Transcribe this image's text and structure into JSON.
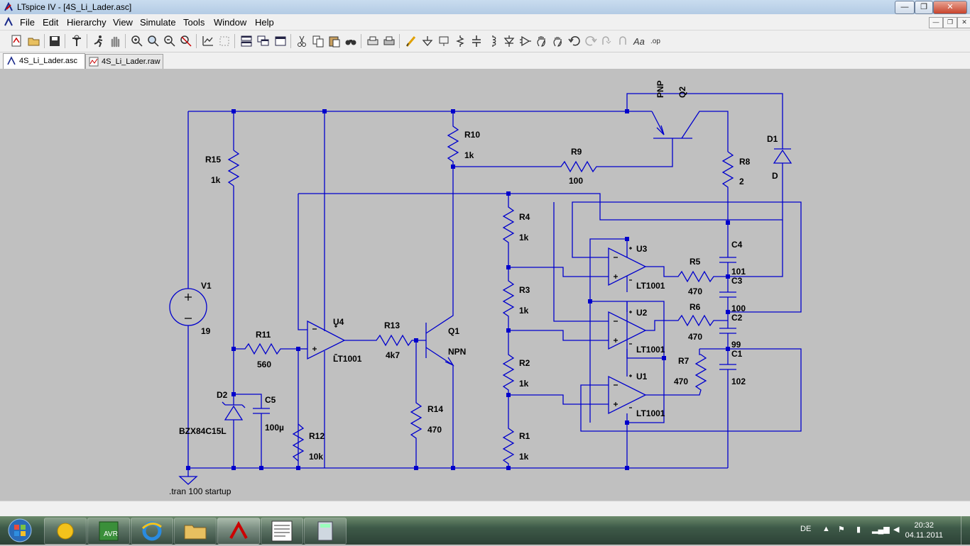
{
  "window": {
    "title": "LTspice IV - [4S_Li_Lader.asc]",
    "controls": {
      "minimize": "—",
      "maximize": "❐",
      "close": "✕"
    }
  },
  "menu": {
    "items": [
      "File",
      "Edit",
      "Hierarchy",
      "View",
      "Simulate",
      "Tools",
      "Window",
      "Help"
    ],
    "mdi_controls": {
      "minimize": "—",
      "restore": "❐",
      "close": "✕"
    }
  },
  "toolbar": {
    "icons": [
      "new-schematic-icon",
      "open-icon",
      "save-icon",
      "control-panel-icon",
      "run-icon",
      "halt-icon",
      "zoom-in-icon",
      "zoom-pan-icon",
      "zoom-out-icon",
      "zoom-fit-icon",
      "autorange-icon",
      "cascade-icon",
      "tile-horizontal-icon",
      "tile-vertical-icon",
      "close-window-icon",
      "cut-icon",
      "copy-icon",
      "paste-icon",
      "find-icon",
      "print-icon",
      "print-preview-icon",
      "draw-wire-icon",
      "ground-icon",
      "label-net-icon",
      "resistor-icon",
      "capacitor-icon",
      "inductor-icon",
      "diode-icon",
      "component-icon",
      "move-icon",
      "drag-icon",
      "undo-icon",
      "redo-icon",
      "rotate-icon",
      "mirror-icon",
      "text-icon",
      "spice-directive-icon"
    ]
  },
  "tabs": [
    {
      "label": "4S_Li_Lader.asc",
      "active": true,
      "icon": "schematic-icon"
    },
    {
      "label": "4S_Li_Lader.raw",
      "active": false,
      "icon": "waveform-icon"
    }
  ],
  "schematic": {
    "wire_color": "#0000cc",
    "labels": {
      "v1_name": "V1",
      "v1_value": "19",
      "r15_name": "R15",
      "r15_value": "1k",
      "r11_name": "R11",
      "r11_value": "560",
      "d2_name": "D2",
      "d2_value": "BZX84C15L",
      "c5_name": "C5",
      "c5_value": "100µ",
      "r12_name": "R12",
      "r12_value": "10k",
      "u4_name": "U4",
      "u4_value": "LT1001",
      "r13_name": "R13",
      "r13_value": "4k7",
      "q1_name": "Q1",
      "q1_value": "NPN",
      "r14_name": "R14",
      "r14_value": "470",
      "r10_name": "R10",
      "r10_value": "1k",
      "r9_name": "R9",
      "r9_value": "100",
      "q2_name": "Q2",
      "q2_value": "PNP",
      "r8_name": "R8",
      "r8_value": "2",
      "d1_name": "D1",
      "d1_value": "D",
      "r4_name": "R4",
      "r4_value": "1k",
      "r3_name": "R3",
      "r3_value": "1k",
      "r2_name": "R2",
      "r2_value": "1k",
      "r1_name": "R1",
      "r1_value": "1k",
      "u3_name": "U3",
      "u3_value": "LT1001",
      "u2_name": "U2",
      "u2_value": "LT1001",
      "u1_name": "U1",
      "u1_value": "LT1001",
      "r5_name": "R5",
      "r5_value": "470",
      "r6_name": "R6",
      "r6_value": "470",
      "r7_name": "R7",
      "r7_value": "470",
      "c4_name": "C4",
      "c4_value": "101",
      "c3_name": "C3",
      "c3_value": "100",
      "c2_name": "C2",
      "c2_value": "99",
      "c1_name": "C1",
      "c1_value": "102",
      "directive": ".tran 100 startup"
    }
  },
  "taskbar": {
    "language": "DE",
    "time": "20:32",
    "date": "04.11.2011",
    "apps": [
      "start-orb",
      "sun-app-icon",
      "avr-studio-icon",
      "internet-explorer-icon",
      "explorer-folder-icon",
      "ltspice-icon",
      "font-app-icon",
      "calculator-icon"
    ]
  }
}
